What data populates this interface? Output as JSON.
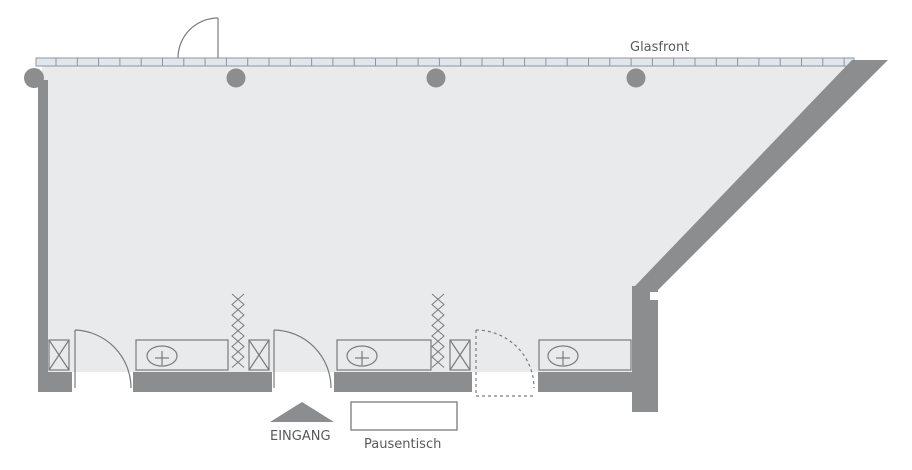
{
  "labels": {
    "glass_front": "Glasfront",
    "entrance": "EINGANG",
    "break_table": "Pausentisch"
  },
  "colors": {
    "floor": "#e9eaec",
    "wall": "#8c8d8f",
    "glass": "#dfe6ec",
    "line": "#7a7b7d",
    "text": "#58595b"
  },
  "icons": {
    "column": "column-icon",
    "sink": "sink-icon",
    "cabinet": "cabinet-icon",
    "door": "door-swing-icon",
    "entrance_arrow": "entrance-arrow-icon",
    "partition": "folding-partition-icon"
  }
}
